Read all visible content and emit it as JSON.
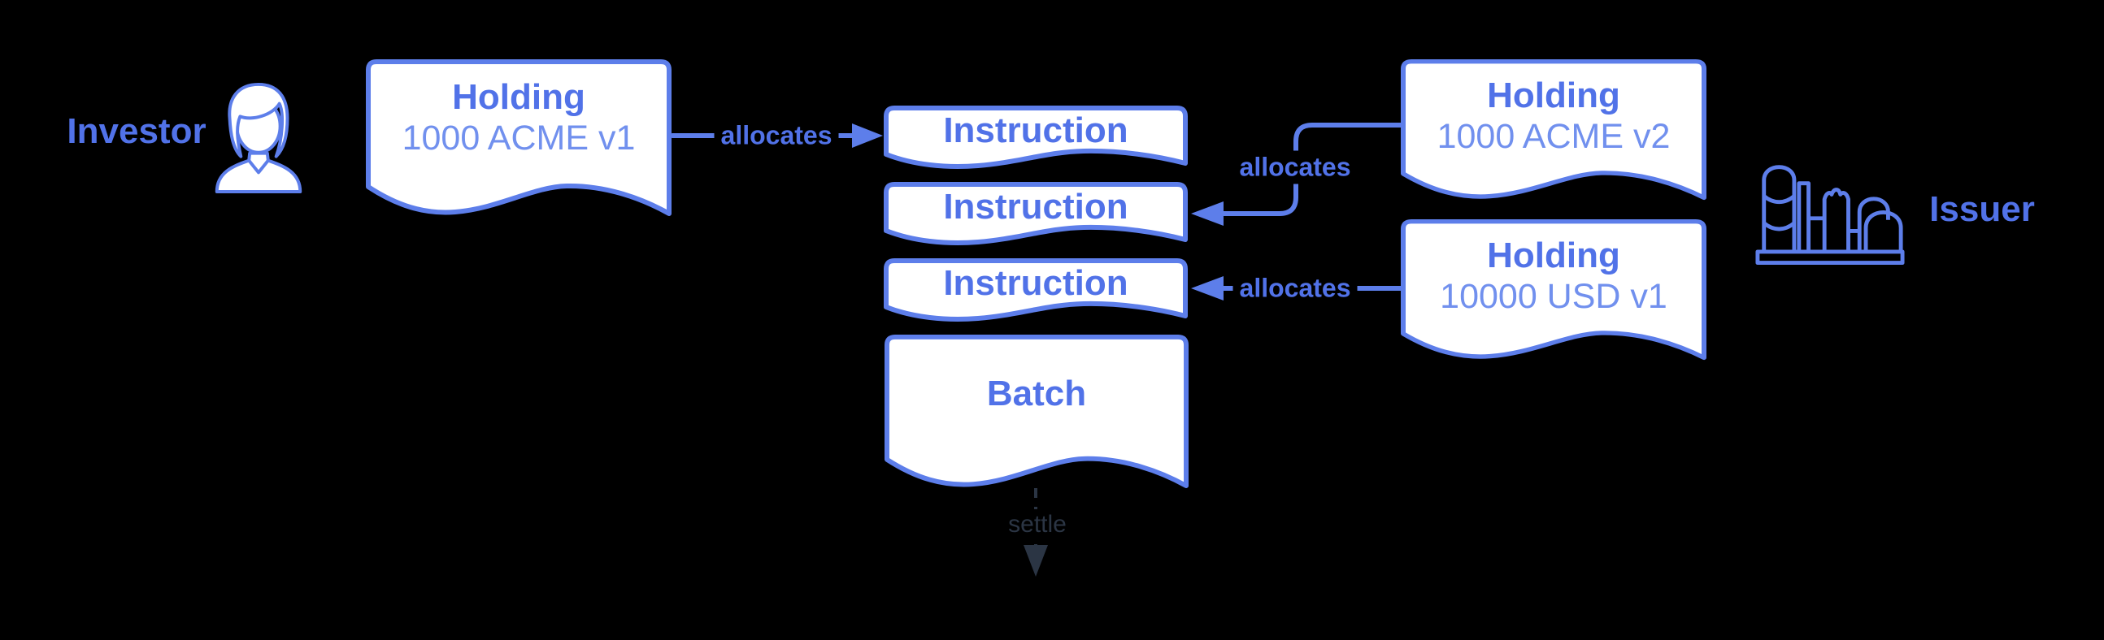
{
  "actors": {
    "investor": {
      "label": "Investor",
      "icon": "person-icon"
    },
    "issuer": {
      "label": "Issuer",
      "icon": "factory-icon"
    }
  },
  "nodes": {
    "holding_v1": {
      "shape": "document",
      "title": "Holding",
      "subtitle": "1000 ACME v1"
    },
    "holding_v2": {
      "shape": "document",
      "title": "Holding",
      "subtitle": "1000 ACME v2"
    },
    "holding_usd": {
      "shape": "document",
      "title": "Holding",
      "subtitle": "10000 USD v1"
    },
    "instruction_1": {
      "shape": "document",
      "title": "Instruction"
    },
    "instruction_2": {
      "shape": "document",
      "title": "Instruction"
    },
    "instruction_3": {
      "shape": "document",
      "title": "Instruction"
    },
    "batch": {
      "shape": "document",
      "title": "Batch"
    }
  },
  "edges": {
    "allocates_1": {
      "label": "allocates",
      "from": "holding_v1",
      "to": "instruction_1"
    },
    "allocates_2": {
      "label": "allocates",
      "from": "holding_v2",
      "to": "instruction_2"
    },
    "allocates_3": {
      "label": "allocates",
      "from": "holding_usd",
      "to": "instruction_3"
    },
    "settle": {
      "label": "settle",
      "from": "batch"
    }
  },
  "colors": {
    "node_stroke": "#5d7eea",
    "node_fill": "#ffffff",
    "title_text": "#5172e8",
    "subtitle_text": "#7190ee",
    "edge_line": "#5d7eea",
    "edge_label_text": "#5172e8",
    "settle_dark": "#2b3544",
    "background": "#000000"
  }
}
